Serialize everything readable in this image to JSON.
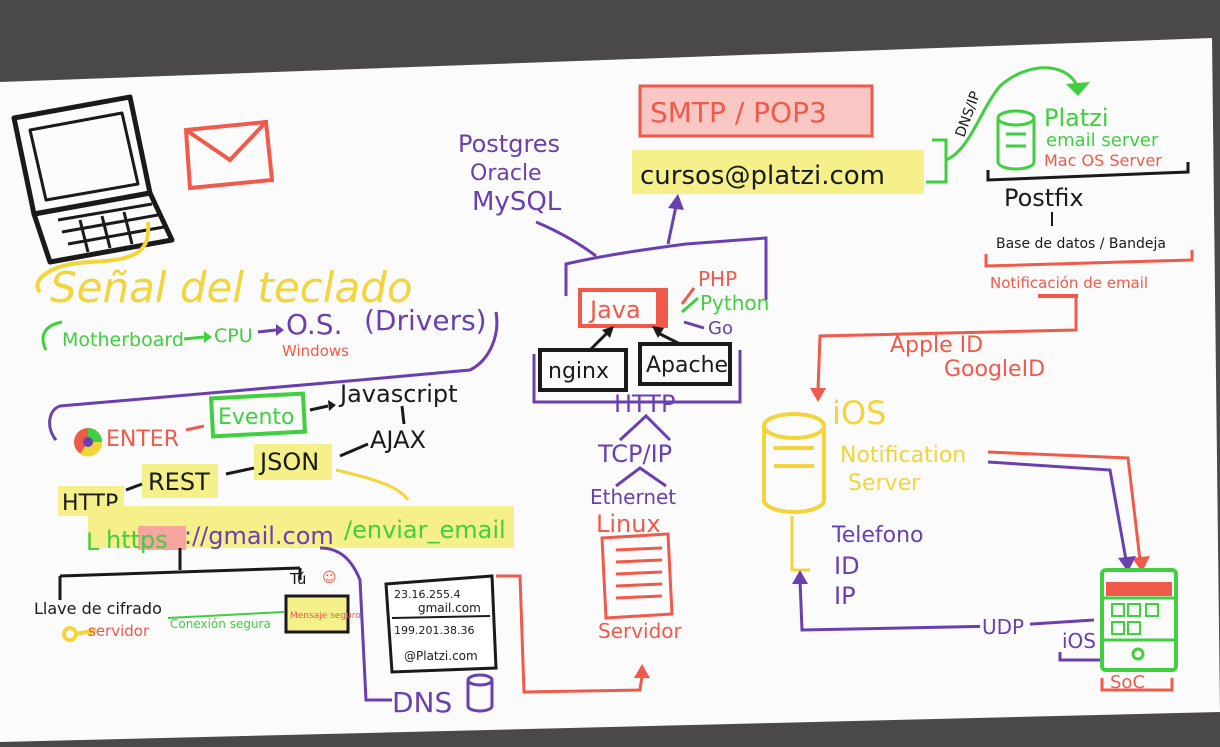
{
  "colors": {
    "background": "#4a4848",
    "board": "#fbfbfb",
    "green": "#3fcf3f",
    "purple": "#6a3fb0",
    "red": "#f05a4a",
    "yellow": "#f3d43a",
    "highlight_yellow": "#f6f08a",
    "highlight_red": "#f6a5a0",
    "black": "#1a1a1a"
  },
  "left": {
    "keyboard_signal": "Señal del teclado",
    "flow1": {
      "motherboard": "Motherboard",
      "cpu": "CPU",
      "os": "O.S.",
      "drivers": "(Drivers)",
      "windows": "Windows"
    },
    "flow2": {
      "enter": "ENTER",
      "evento": "Evento",
      "javascript": "Javascript",
      "ajax": "AJAX",
      "json": "JSON",
      "rest": "REST",
      "http": "HTTP"
    },
    "url": {
      "prefix": "L",
      "https": "https",
      "host": "://gmail.com",
      "path": "/enviar_email"
    },
    "encryption": {
      "key": "Llave de cifrado",
      "server": "servidor",
      "secure": "Conexión segura",
      "tu": "Tú",
      "secure_message": "Mensaje seguro"
    },
    "dns_box": {
      "ip1": "23.16.255.4",
      "host1": "gmail.com",
      "ip2": "199.201.38.36",
      "host2": "@Platzi.com",
      "label": "DNS"
    }
  },
  "middle": {
    "databases": [
      "Postgres",
      "Oracle",
      "MySQL"
    ],
    "smtp": "SMTP / POP3",
    "email": "cursos@platzi.com",
    "java": "Java",
    "php": "PHP",
    "python": "Python",
    "go": "Go",
    "nginx": "nginx",
    "apache": "Apache",
    "http": "HTTP",
    "tcpip": "TCP/IP",
    "ethernet": "Ethernet",
    "linux": "Linux",
    "servidor": "Servidor"
  },
  "right": {
    "dns_ip": "DNS/IP",
    "platzi": "Platzi",
    "email_server": "email server",
    "mac_os": "Mac OS Server",
    "postfix": "Postfix",
    "database": "Base de datos / Bandeja",
    "notification": "Notificación de email",
    "appleid": "Apple ID",
    "googleid": "GoogleID",
    "ios": "iOS",
    "notif_server": [
      "Notification",
      "Server"
    ],
    "phone_info": [
      "Telefono",
      "ID",
      "IP"
    ],
    "udp": "UDP",
    "ios_small": "iOS",
    "soc": "SoC"
  }
}
